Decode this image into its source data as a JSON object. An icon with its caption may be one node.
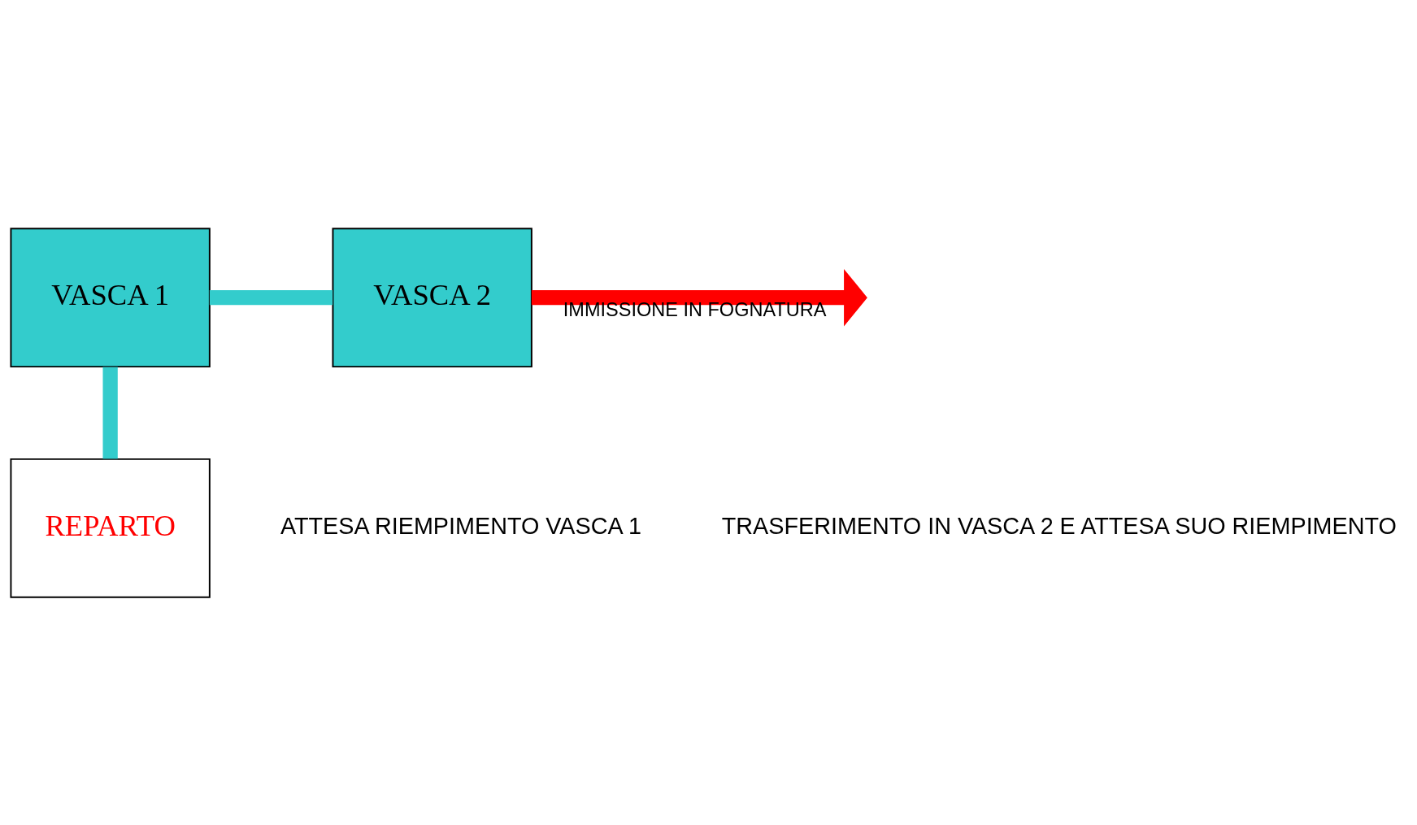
{
  "diagram": {
    "nodes": [
      {
        "text": [
          "VASCA 1"
        ]
      },
      {
        "text": [
          "VASCA 2"
        ]
      },
      {
        "text": [
          "REPARTO"
        ]
      }
    ],
    "edges": [
      {
        "from": 2,
        "to": 0,
        "arrow": "none"
      },
      {
        "from": 0,
        "to": 1,
        "arrow": "none"
      },
      {
        "from": 1,
        "to": null,
        "arrow": "to",
        "color": "#ff0000",
        "label": "IMMISSIONE IN FOGNATURA"
      }
    ],
    "labels": [
      "ATTESA RIEMPIMENTO VASCA 1",
      "TRASFERIMENTO IN VASCA 2 E ATTESA SUO RIEMPIMENTO"
    ]
  }
}
